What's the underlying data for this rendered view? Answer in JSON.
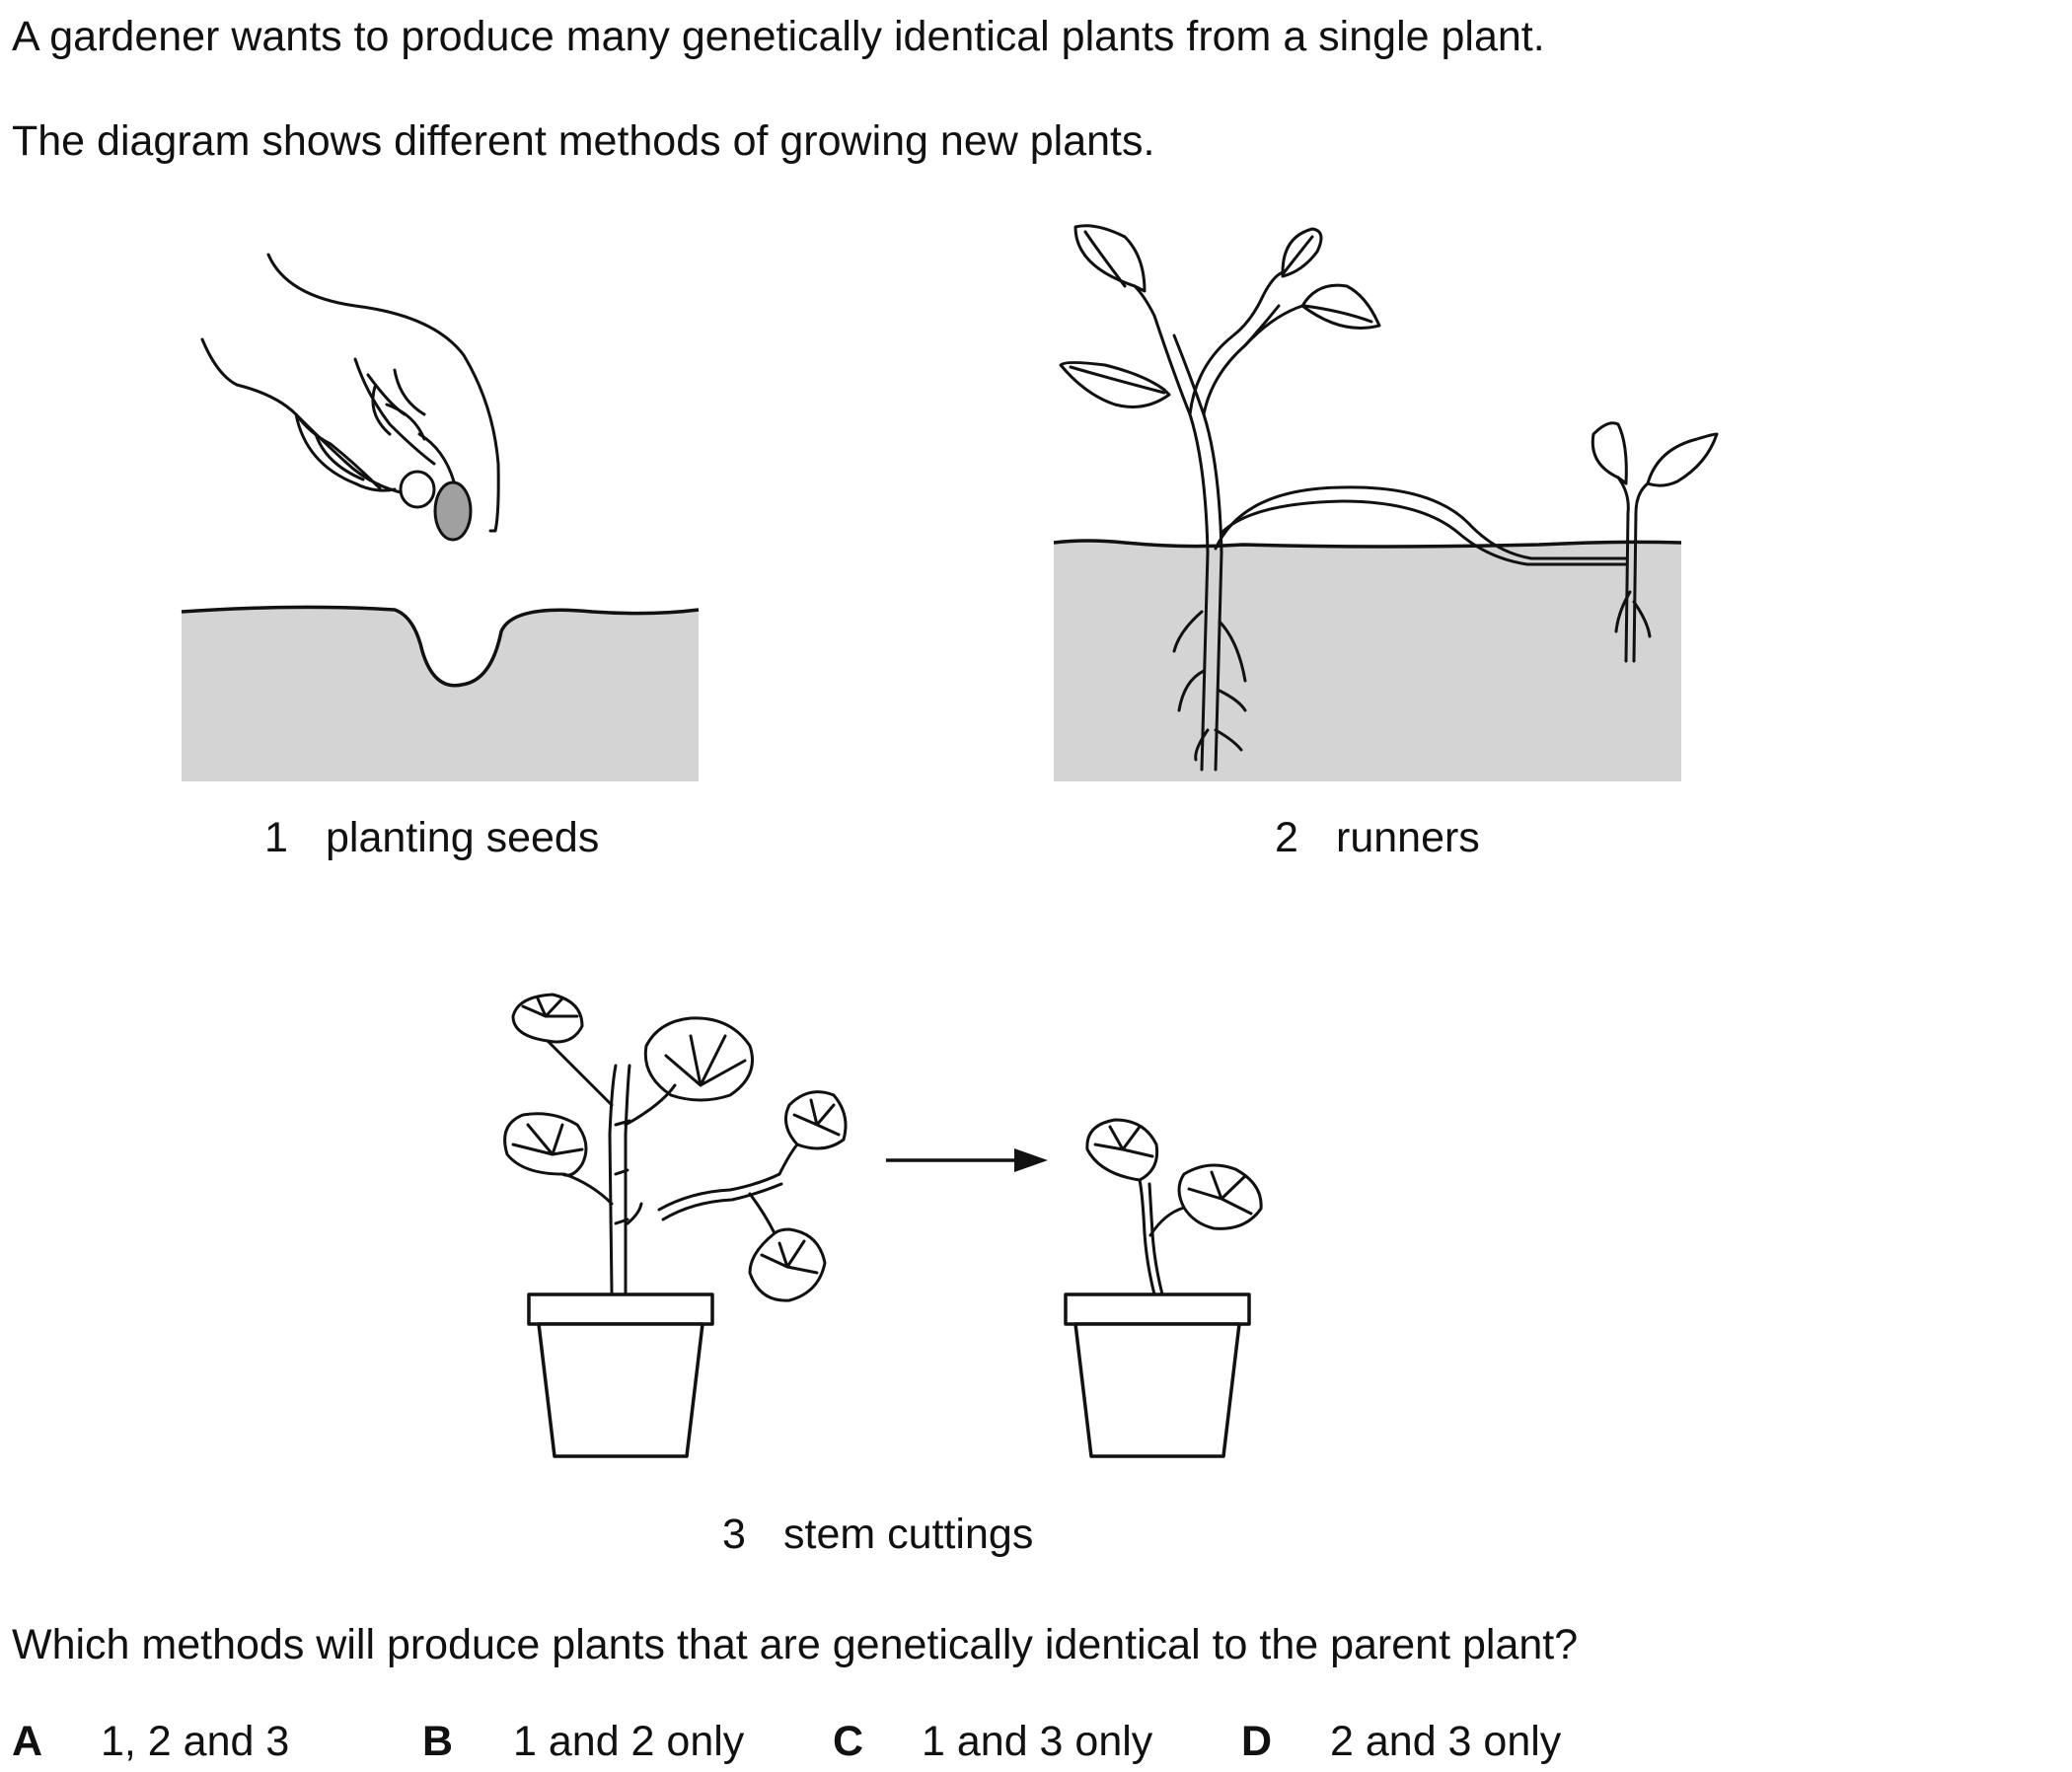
{
  "question": {
    "intro": "A gardener wants to produce many genetically identical plants from a single plant.",
    "diagram_intro": "The diagram shows different methods of growing new plants.",
    "prompt": "Which methods will produce plants that are genetically identical to the parent plant?"
  },
  "methods": [
    {
      "number": "1",
      "label": "planting seeds"
    },
    {
      "number": "2",
      "label": "runners"
    },
    {
      "number": "3",
      "label": "stem cuttings"
    }
  ],
  "options": [
    {
      "letter": "A",
      "text": "1, 2 and 3"
    },
    {
      "letter": "B",
      "text": "1 and 2 only"
    },
    {
      "letter": "C",
      "text": "1 and 3 only"
    },
    {
      "letter": "D",
      "text": "2 and 3 only"
    }
  ],
  "colors": {
    "soil": "#d4d4d4",
    "seed": "#a0a0a0",
    "ink": "#111111"
  }
}
